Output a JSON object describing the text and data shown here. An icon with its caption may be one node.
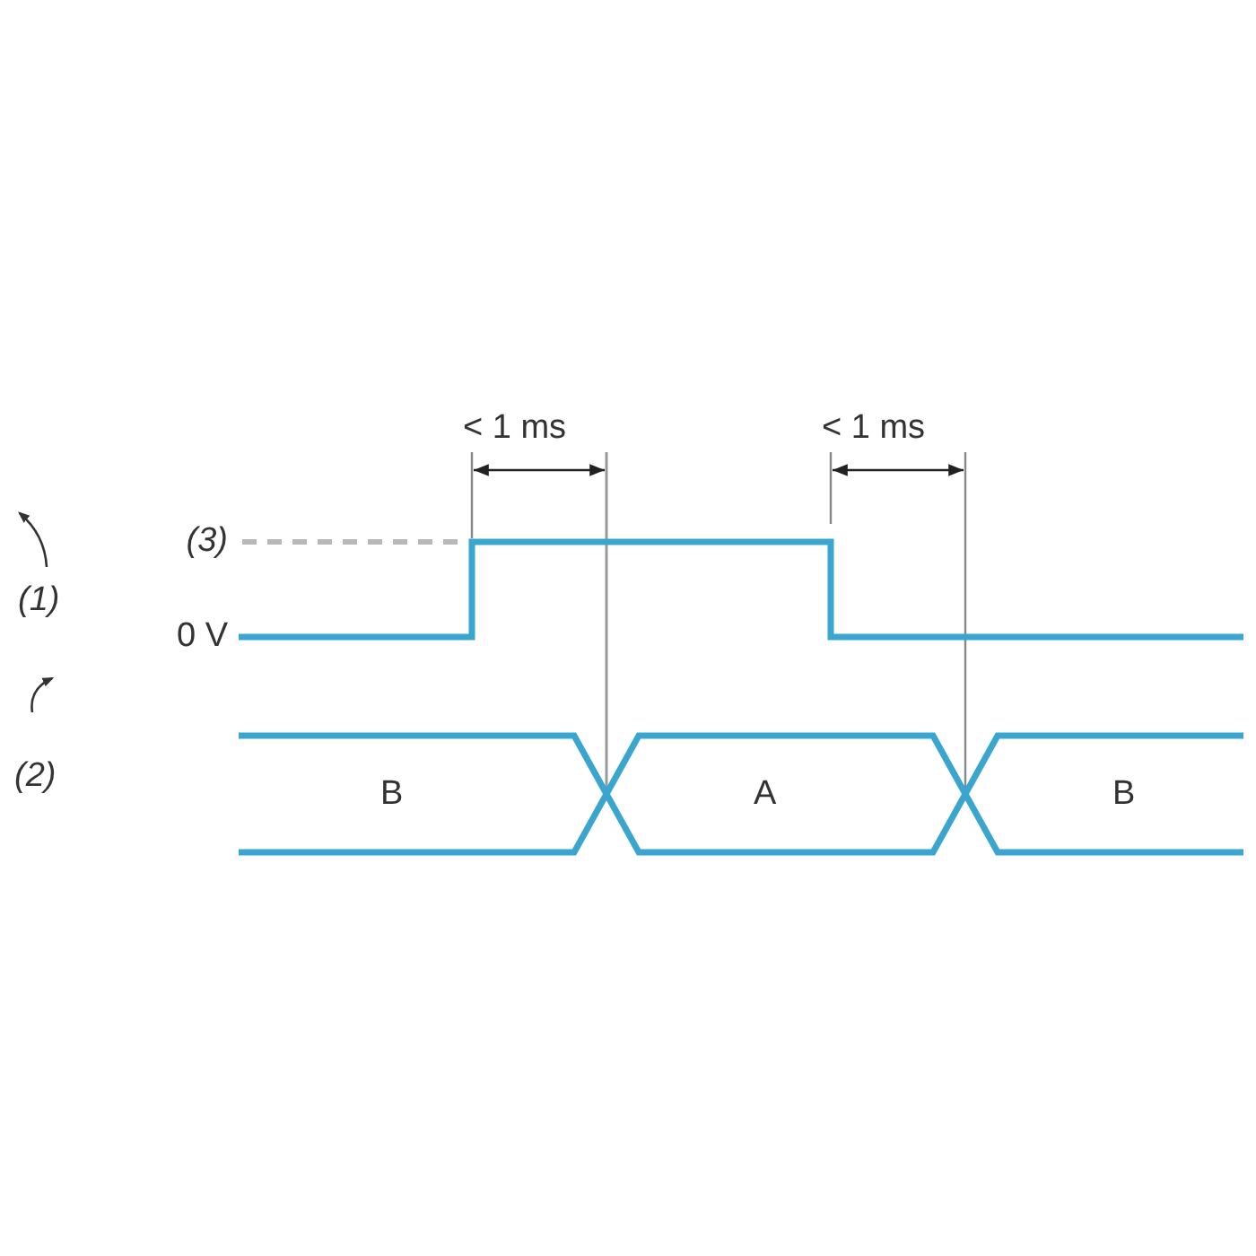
{
  "diagram": {
    "labels": [
      "< 1 ms",
      "< 1 ms",
      "(3)",
      "(1)",
      "0 V",
      "(2)",
      "B",
      "A",
      "B"
    ]
  }
}
